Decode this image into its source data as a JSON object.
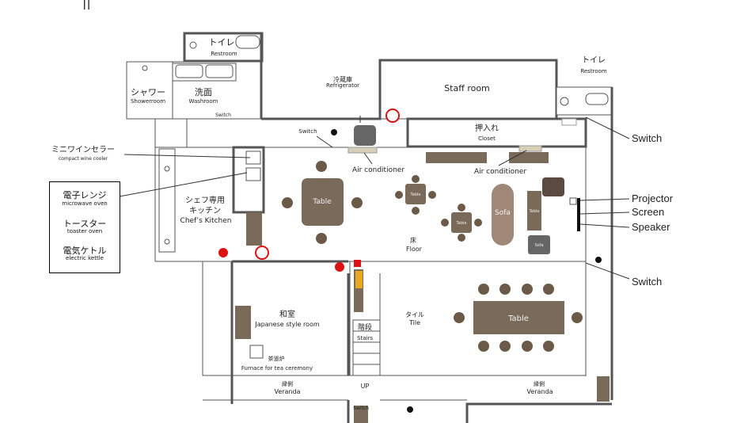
{
  "top_mark": "||",
  "rooms": {
    "restroom_top": {
      "jp": "トイレ",
      "en": "Restroom"
    },
    "restroom_right": {
      "jp": "トイレ",
      "en": "Restroom"
    },
    "shower": {
      "jp": "シャワー",
      "en": "Showerroom"
    },
    "washroom": {
      "jp": "洗面",
      "en": "Washroom"
    },
    "staff_room": {
      "en": "Staff room"
    },
    "closet": {
      "jp": "押入れ",
      "en": "Closet"
    },
    "kitchen": {
      "jp1": "シェフ専用",
      "jp2": "キッチン",
      "en": "Chef’s Kitchen"
    },
    "floor": {
      "jp": "床",
      "en": "Floor"
    },
    "japanese_room": {
      "jp": "和室",
      "en": "Japanese style room"
    },
    "tile": {
      "jp": "タイル",
      "en": "Tile"
    },
    "stairs": {
      "jp": "階段",
      "en": "Stairs",
      "up": "UP"
    },
    "veranda_left": {
      "jp": "縁側",
      "en": "Veranda"
    },
    "veranda_right": {
      "jp": "縁側",
      "en": "Veranda"
    }
  },
  "fixtures": {
    "refrigerator": {
      "jp": "冷蔵庫",
      "en": "Refrigerator"
    },
    "air_conditioner_1": "Air conditioner",
    "air_conditioner_2": "Air conditioner",
    "switch_washroom": "Switch",
    "switch_corridor": "Switch",
    "switch_bottom": "Switch",
    "furnace": {
      "jp": "茶道炉",
      "en": "Furnace for tea ceremony"
    }
  },
  "furniture": {
    "table_main": "Table",
    "table_small_1": "Table",
    "table_small_2": "Table",
    "sofa": "Sofa",
    "table_sofa_side": "Table",
    "sofa_chair": "Sofa",
    "table_long": "Table"
  },
  "callouts": {
    "wine_cooler": {
      "jp": "ミニワインセラー",
      "en": "compact wine cooler"
    },
    "switch_right_top": "Switch",
    "projector": "Projector",
    "screen": "Screen",
    "speaker": "Speaker",
    "switch_right_bottom": "Switch"
  },
  "appliance_box": {
    "microwave": {
      "jp": "電子レンジ",
      "en": "microwave oven"
    },
    "toaster": {
      "jp": "トースター",
      "en": "toaster oven"
    },
    "kettle": {
      "jp": "電気ケトル",
      "en": "electric kettle"
    }
  },
  "colors": {
    "wall": "#555555",
    "furniture": "#7a6a5a",
    "chair": "#6b5a48",
    "sofa": "#a08878",
    "fire_red": "#dd1111",
    "extinguisher_yellow": "#e8a820"
  }
}
